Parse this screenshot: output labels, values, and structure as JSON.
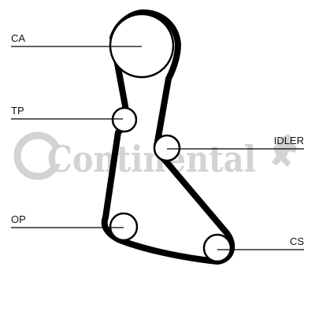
{
  "diagram": {
    "labels": {
      "ca": "CA",
      "tp": "TP",
      "idler": "IDLER",
      "op": "OP",
      "cs": "CS"
    },
    "watermark": {
      "text": "Continental",
      "color": "#cfcfcf"
    },
    "colors": {
      "belt": "#000000",
      "line": "#000000",
      "pulley_fill": "#ffffff"
    }
  }
}
